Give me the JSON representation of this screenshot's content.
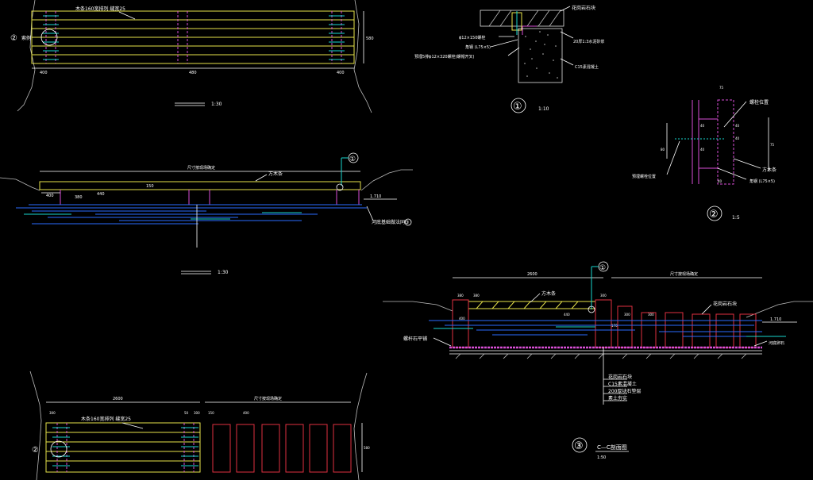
{
  "colors": {
    "background": "#000000",
    "wood": "#e6e24a",
    "stone": "#e03040",
    "water": "#2a6bff",
    "bolt": "#19d6ce",
    "post": "#d94ed6",
    "text": "#ffffff"
  },
  "plan_top": {
    "board_label": "木条160宽排列 缝宽25",
    "marker": "②",
    "side_label": "索例",
    "dim_height": "580",
    "dim_left": "400",
    "dim_mid": "480",
    "dim_right": "400",
    "scale": "1:30"
  },
  "elevation_left": {
    "callout": "①",
    "overall_label": "尺寸按现场确定",
    "beam_label": "方木条",
    "dim_left": "400",
    "dim_post": "380",
    "dim_rail": "440",
    "dim_small": "150",
    "level": "1.710",
    "water_note": "河底基础做法同③",
    "scale": "1:30"
  },
  "detail1": {
    "top_label": "花岗岩石块",
    "bolt_label": "ϕ12×150螺栓",
    "angle_label": "角钢 (L75×5)",
    "expansion_label": "预埋5排ϕ12×320螺栓(螺帽开叉)",
    "mortar_label": "20厚1:3水泥砂浆",
    "concrete_label": "C15素混凝土",
    "number": "①",
    "scale": "1:10"
  },
  "detail2": {
    "bolt_pos": "螺栓位置",
    "beam": "方木条",
    "angle": "角钢 (L75×5)",
    "embed": "预埋螺栓位置",
    "dims": [
      "75",
      "40",
      "40",
      "40",
      "40",
      "80",
      "75",
      "40"
    ],
    "number": "②",
    "scale": "1:5"
  },
  "section_c": {
    "callout": "①",
    "overall": "2600",
    "right_label": "尺寸按现场确定",
    "beam_label": "方木条",
    "stone_label": "花岗岩石块",
    "left_label": "螺杆石平铺",
    "right_bed": "河底卵石",
    "level": "1.710",
    "dims": [
      "380",
      "380",
      "300",
      "400",
      "440",
      "170",
      "300",
      "300"
    ],
    "layers": [
      "花岗岩石块",
      "C15素混凝土",
      "200厚块石垫层",
      "素土夯实"
    ],
    "number": "③",
    "title": "C—C剖面图",
    "scale": "1:50"
  },
  "plan_bottom": {
    "board_label": "木条160宽排列 缝宽25",
    "marker": "②",
    "overall": "2600",
    "right_label": "尺寸按现场确定",
    "dims": [
      "300",
      "50",
      "300",
      "150",
      "400",
      "580"
    ]
  }
}
